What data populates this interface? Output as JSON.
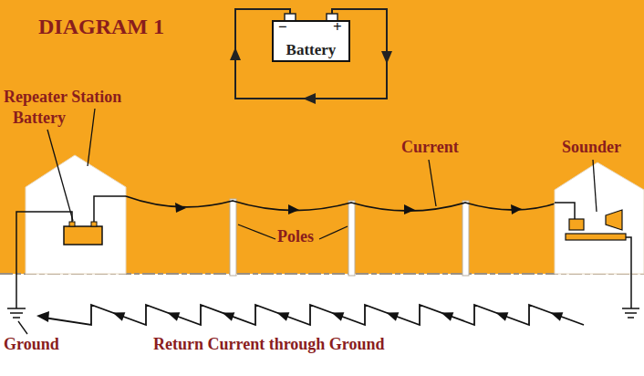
{
  "diagram": {
    "title": "DIAGRAM 1",
    "nodes": [
      {
        "text": [
          "Battery"
        ]
      }
    ],
    "labels": [
      "−",
      "+",
      "Repeater Station",
      "Battery",
      "Current",
      "Sounder",
      "Poles",
      "Ground",
      "Return Current through Ground"
    ]
  }
}
